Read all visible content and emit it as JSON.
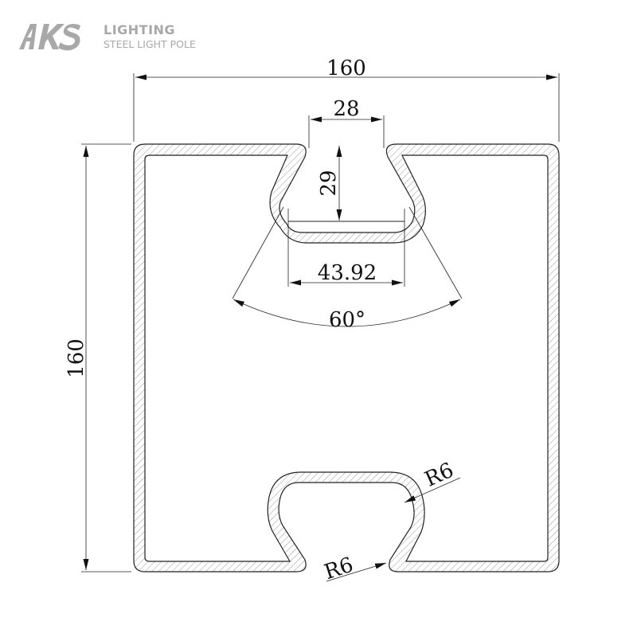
{
  "brand": {
    "logo_text": "AKS",
    "title": "LIGHTING",
    "subtitle": "STEEL LIGHT POLE",
    "color": "#a8a8a8"
  },
  "drawing": {
    "dimensions": {
      "overall_width": "160",
      "overall_height": "160",
      "slot_opening": "28",
      "slot_depth": "29",
      "slot_base_width": "43.92",
      "slot_angle": "60°",
      "radius_top": "R6",
      "radius_bottom": "R6"
    },
    "colors": {
      "line": "#222222",
      "hatch": "#9a9a9a"
    }
  }
}
